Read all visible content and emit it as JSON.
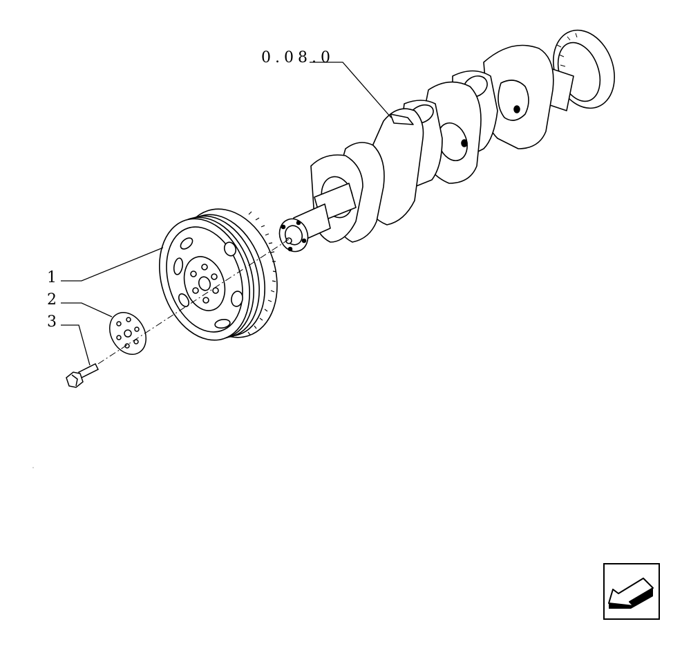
{
  "diagram": {
    "reference_label": "0.08.0",
    "callouts": [
      {
        "number": "1",
        "part": "pulley"
      },
      {
        "number": "2",
        "part": "washer"
      },
      {
        "number": "3",
        "part": "bolt"
      }
    ]
  },
  "navigation": {
    "icon": "back-arrow-icon"
  }
}
